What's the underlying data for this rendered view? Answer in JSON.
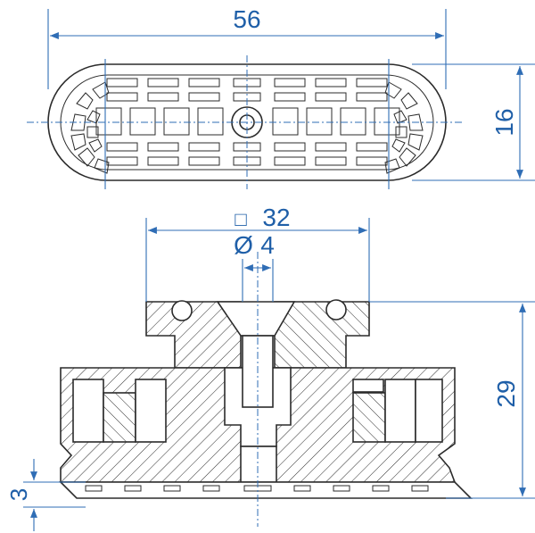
{
  "dimensions": {
    "top_length": "56",
    "top_width": "16",
    "square": "32",
    "square_symbol": "□",
    "diameter": "4",
    "diameter_symbol": "Ø",
    "height": "29",
    "lip_height": "3"
  },
  "colors": {
    "dimension": "#1f5fa8",
    "outline": "#2b2b2b",
    "background": "#ffffff"
  }
}
